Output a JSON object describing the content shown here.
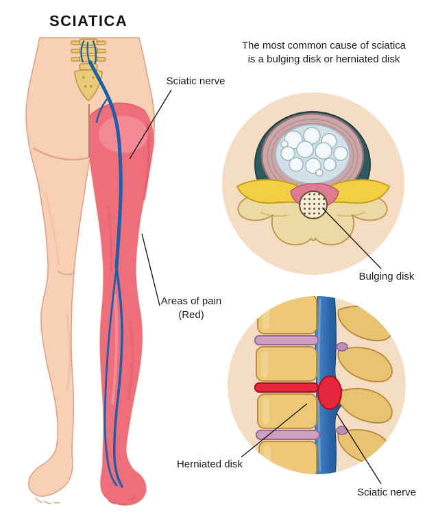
{
  "title": "SCIATICA",
  "caption": "The most common cause of sciatica\nis a bulging disk or herniated disk",
  "main_figure": {
    "nerve_label": "Sciatic nerve",
    "pain_label": "Areas of pain\n(Red)"
  },
  "bulging_inset": {
    "label": "Bulging disk"
  },
  "herniated_inset": {
    "disk_label": "Herniated disk",
    "nerve_label": "Sciatic nerve"
  },
  "colors": {
    "skin": "#f7d0b6",
    "pain_red": "#ee6e7b",
    "nerve_blue": "#1d5fa8",
    "bone_yellow": "#ecc878",
    "inset_background": "#f4ddc2",
    "dural_teal": "#2c5a61",
    "nerve_root_yellow": "#f2d042",
    "disk_purple": "#cf9fc0",
    "herniation_red": "#e6263a",
    "label_text": "#1c1c1c"
  }
}
